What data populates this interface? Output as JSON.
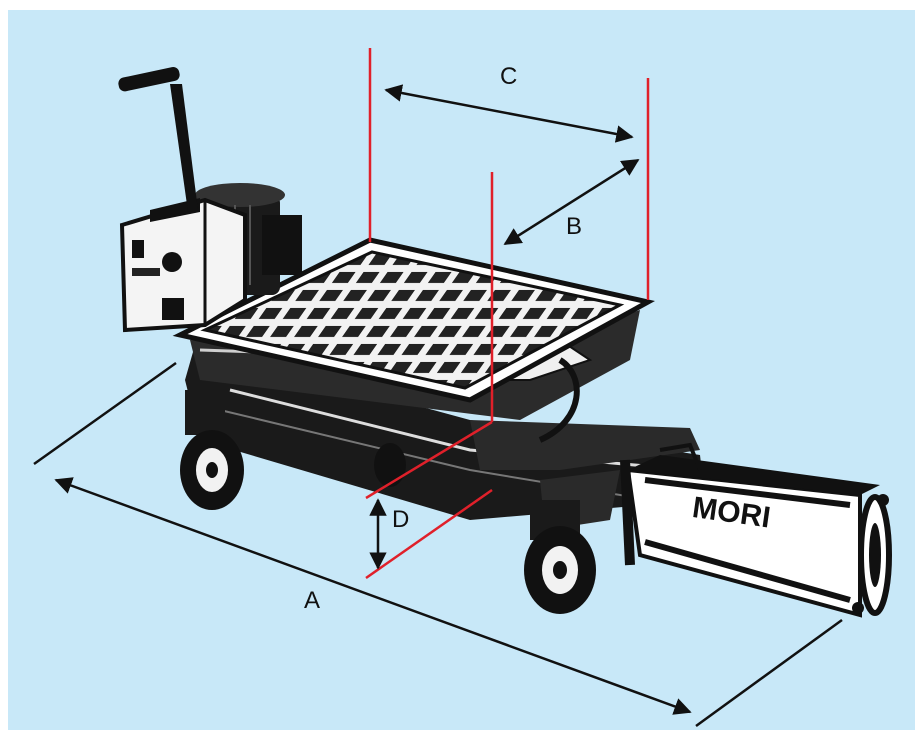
{
  "diagram": {
    "background_color": "#c8e8f8",
    "red_line_color": "#e0202a",
    "arrow_color": "#111111",
    "machine_color": "#111111",
    "dimensions": {
      "a": {
        "label": "A"
      },
      "b": {
        "label": "B"
      },
      "c": {
        "label": "C"
      },
      "d": {
        "label": "D"
      }
    },
    "machine": {
      "brand_label": "MORI"
    }
  }
}
